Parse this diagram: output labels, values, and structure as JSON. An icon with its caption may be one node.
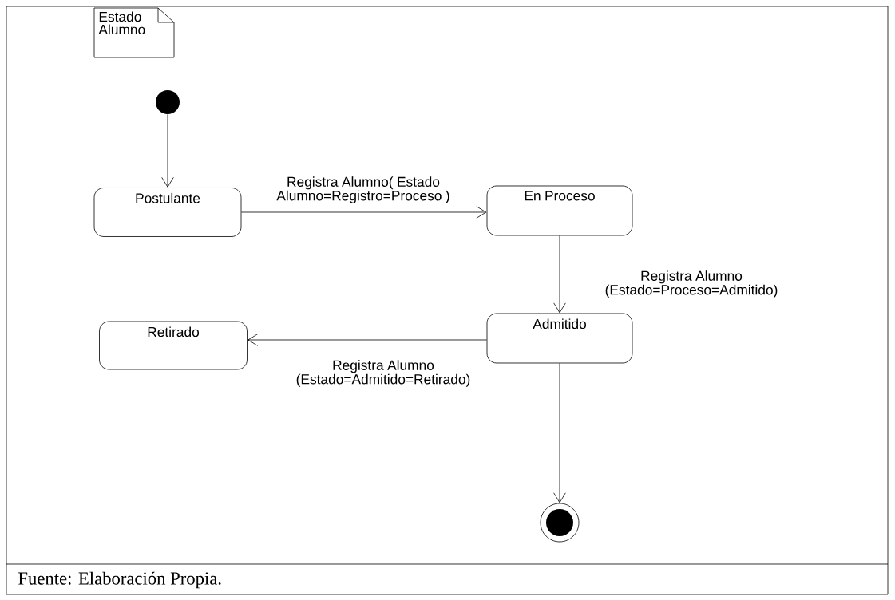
{
  "diagram": {
    "caption": "Fuente: Elaboración Propia.",
    "nodes": [
      {
        "text": [
          "Estado Alumno"
        ]
      },
      {
        "text": [],
        "shape": "circle"
      },
      {
        "text": [
          "Postulante"
        ]
      },
      {
        "text": [
          "En Proceso"
        ]
      },
      {
        "text": [
          "Retirado"
        ]
      },
      {
        "text": [
          "Admitido"
        ]
      },
      {
        "text": [],
        "shape": "circle"
      }
    ],
    "edges": [
      {
        "from": 1,
        "to": 2,
        "arrow": "to"
      },
      {
        "from": 2,
        "to": 3,
        "arrow": "to",
        "label": "Registra Alumno( Estado Alumno=Registro=Proceso )"
      },
      {
        "from": 3,
        "to": 5,
        "arrow": "to",
        "label": "Registra Alumno (Estado=Proceso=Admitido)"
      },
      {
        "from": 5,
        "to": 4,
        "arrow": "to",
        "label": "Registra Alumno (Estado=Admitido=Retirado)"
      },
      {
        "from": 5,
        "to": 6,
        "arrow": "to"
      }
    ]
  }
}
